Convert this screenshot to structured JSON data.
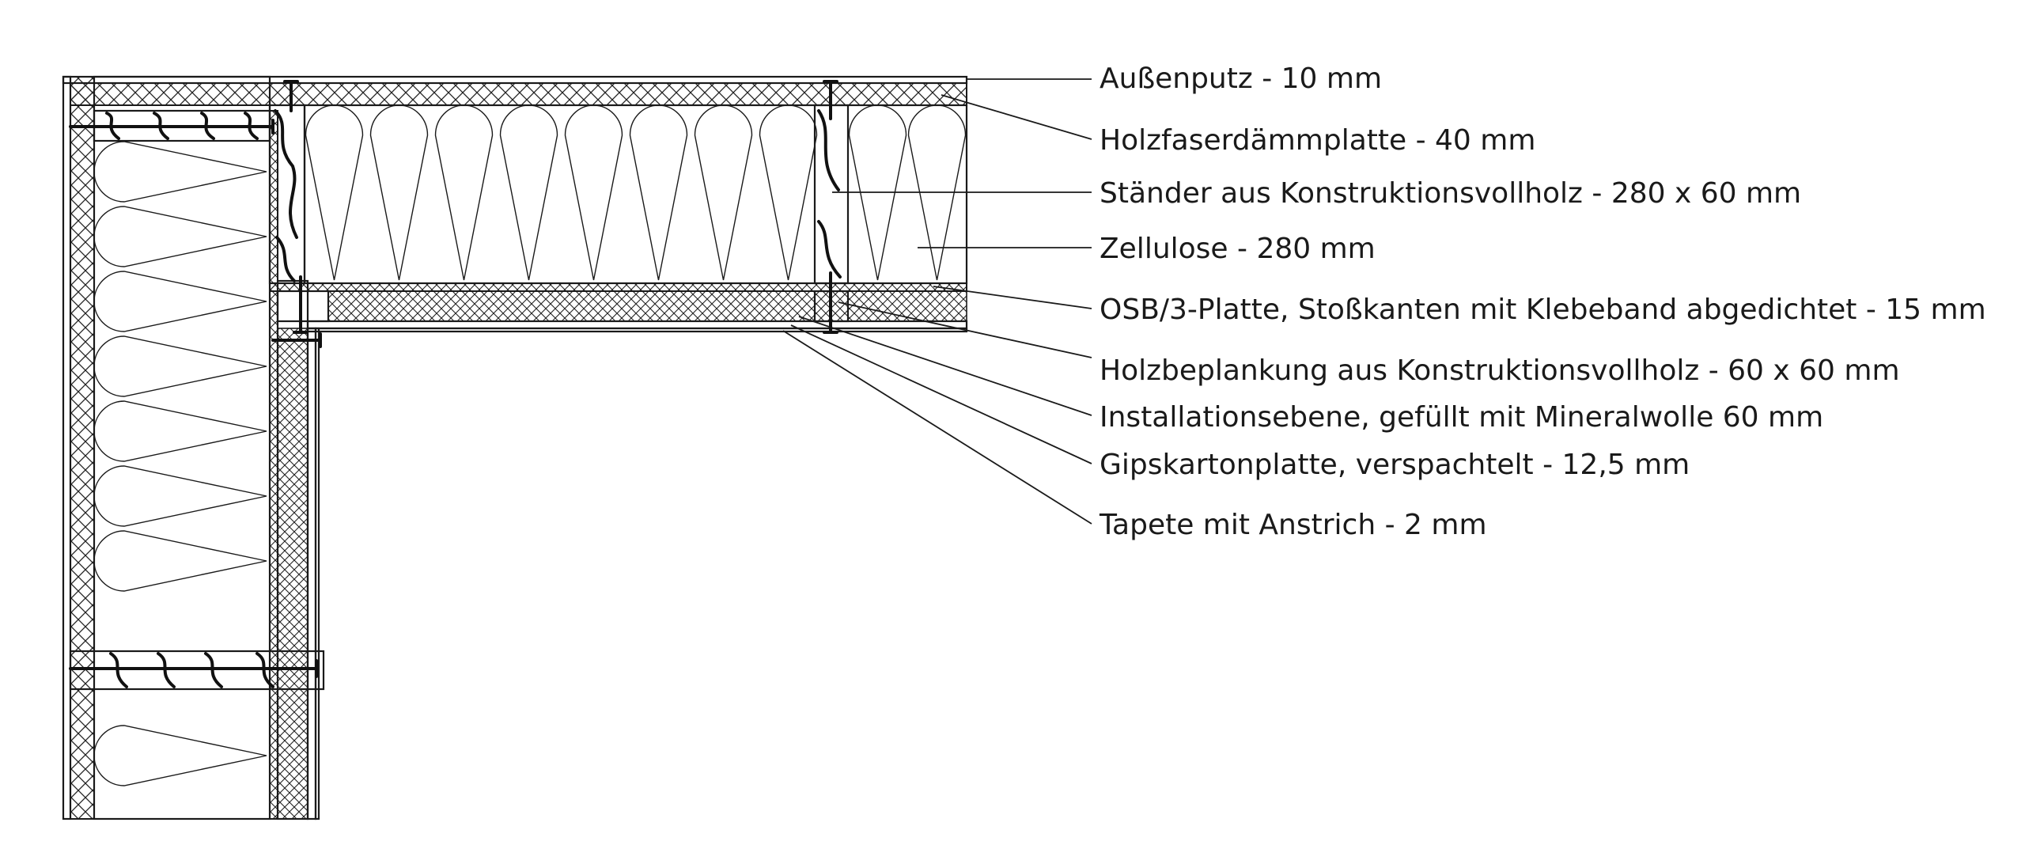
{
  "labels": [
    "Außenputz - 10 mm",
    "Holzfaserdämmplatte - 40 mm",
    "Ständer aus Konstruktionsvollholz - 280 x 60 mm",
    "Zellulose - 280 mm",
    "OSB/3-Platte, Stoßkanten mit Klebeband abgedichtet - 15 mm",
    "Holzbeplankung aus Konstruktionsvollholz - 60 x 60 mm",
    "Installationsebene, gefüllt mit Mineralwolle 60 mm",
    "Gipskartonplatte, verspachtelt - 12,5 mm",
    "Tapete mit Anstrich - 2 mm"
  ]
}
